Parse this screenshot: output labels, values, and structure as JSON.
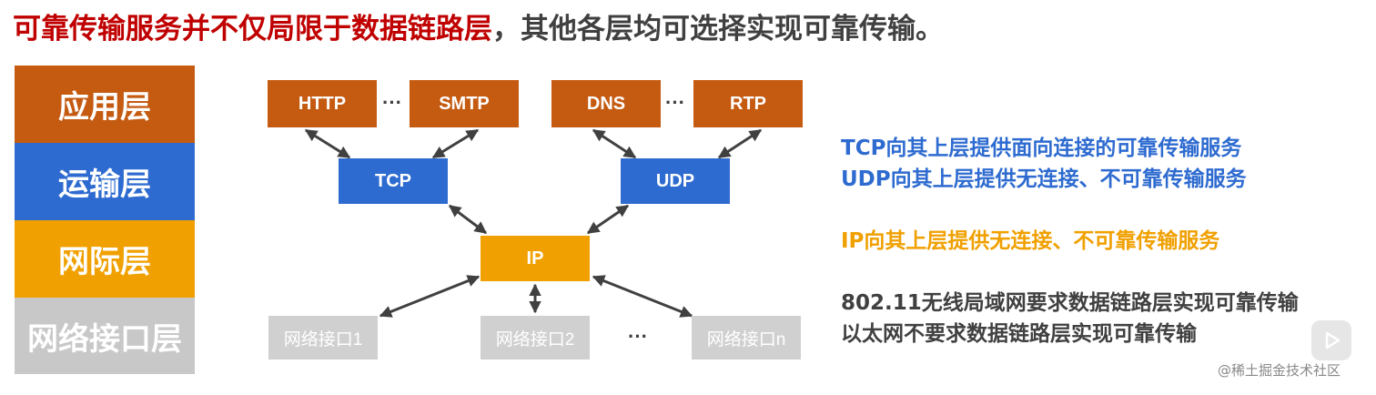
{
  "title": {
    "highlight": "可靠传输服务并不仅局限于数据链路层",
    "rest": "，其他各层均可选择实现可靠传输。"
  },
  "layers": [
    {
      "label": "应用层",
      "color": "#c55a11"
    },
    {
      "label": "运输层",
      "color": "#2e6bd0"
    },
    {
      "label": "网际层",
      "color": "#f0a000"
    },
    {
      "label": "网络接口层",
      "color": "#c8c8c8"
    }
  ],
  "diagram": {
    "app_protocols": [
      "HTTP",
      "SMTP",
      "DNS",
      "RTP"
    ],
    "transport_protocols": [
      "TCP",
      "UDP"
    ],
    "network_protocol": "IP",
    "interfaces": [
      "网络接口1",
      "网络接口2",
      "网络接口n"
    ],
    "ellipsis": "···"
  },
  "notes": {
    "transport": [
      "TCP向其上层提供面向连接的可靠传输服务",
      "UDP向其上层提供无连接、不可靠传输服务"
    ],
    "network": "IP向其上层提供无连接、不可靠传输服务",
    "link": [
      "802.11无线局域网要求数据链路层实现可靠传输",
      "以太网不要求数据链路层实现可靠传输"
    ]
  },
  "watermark": "@稀土掘金技术社区",
  "icons": {
    "play": "play-icon"
  }
}
